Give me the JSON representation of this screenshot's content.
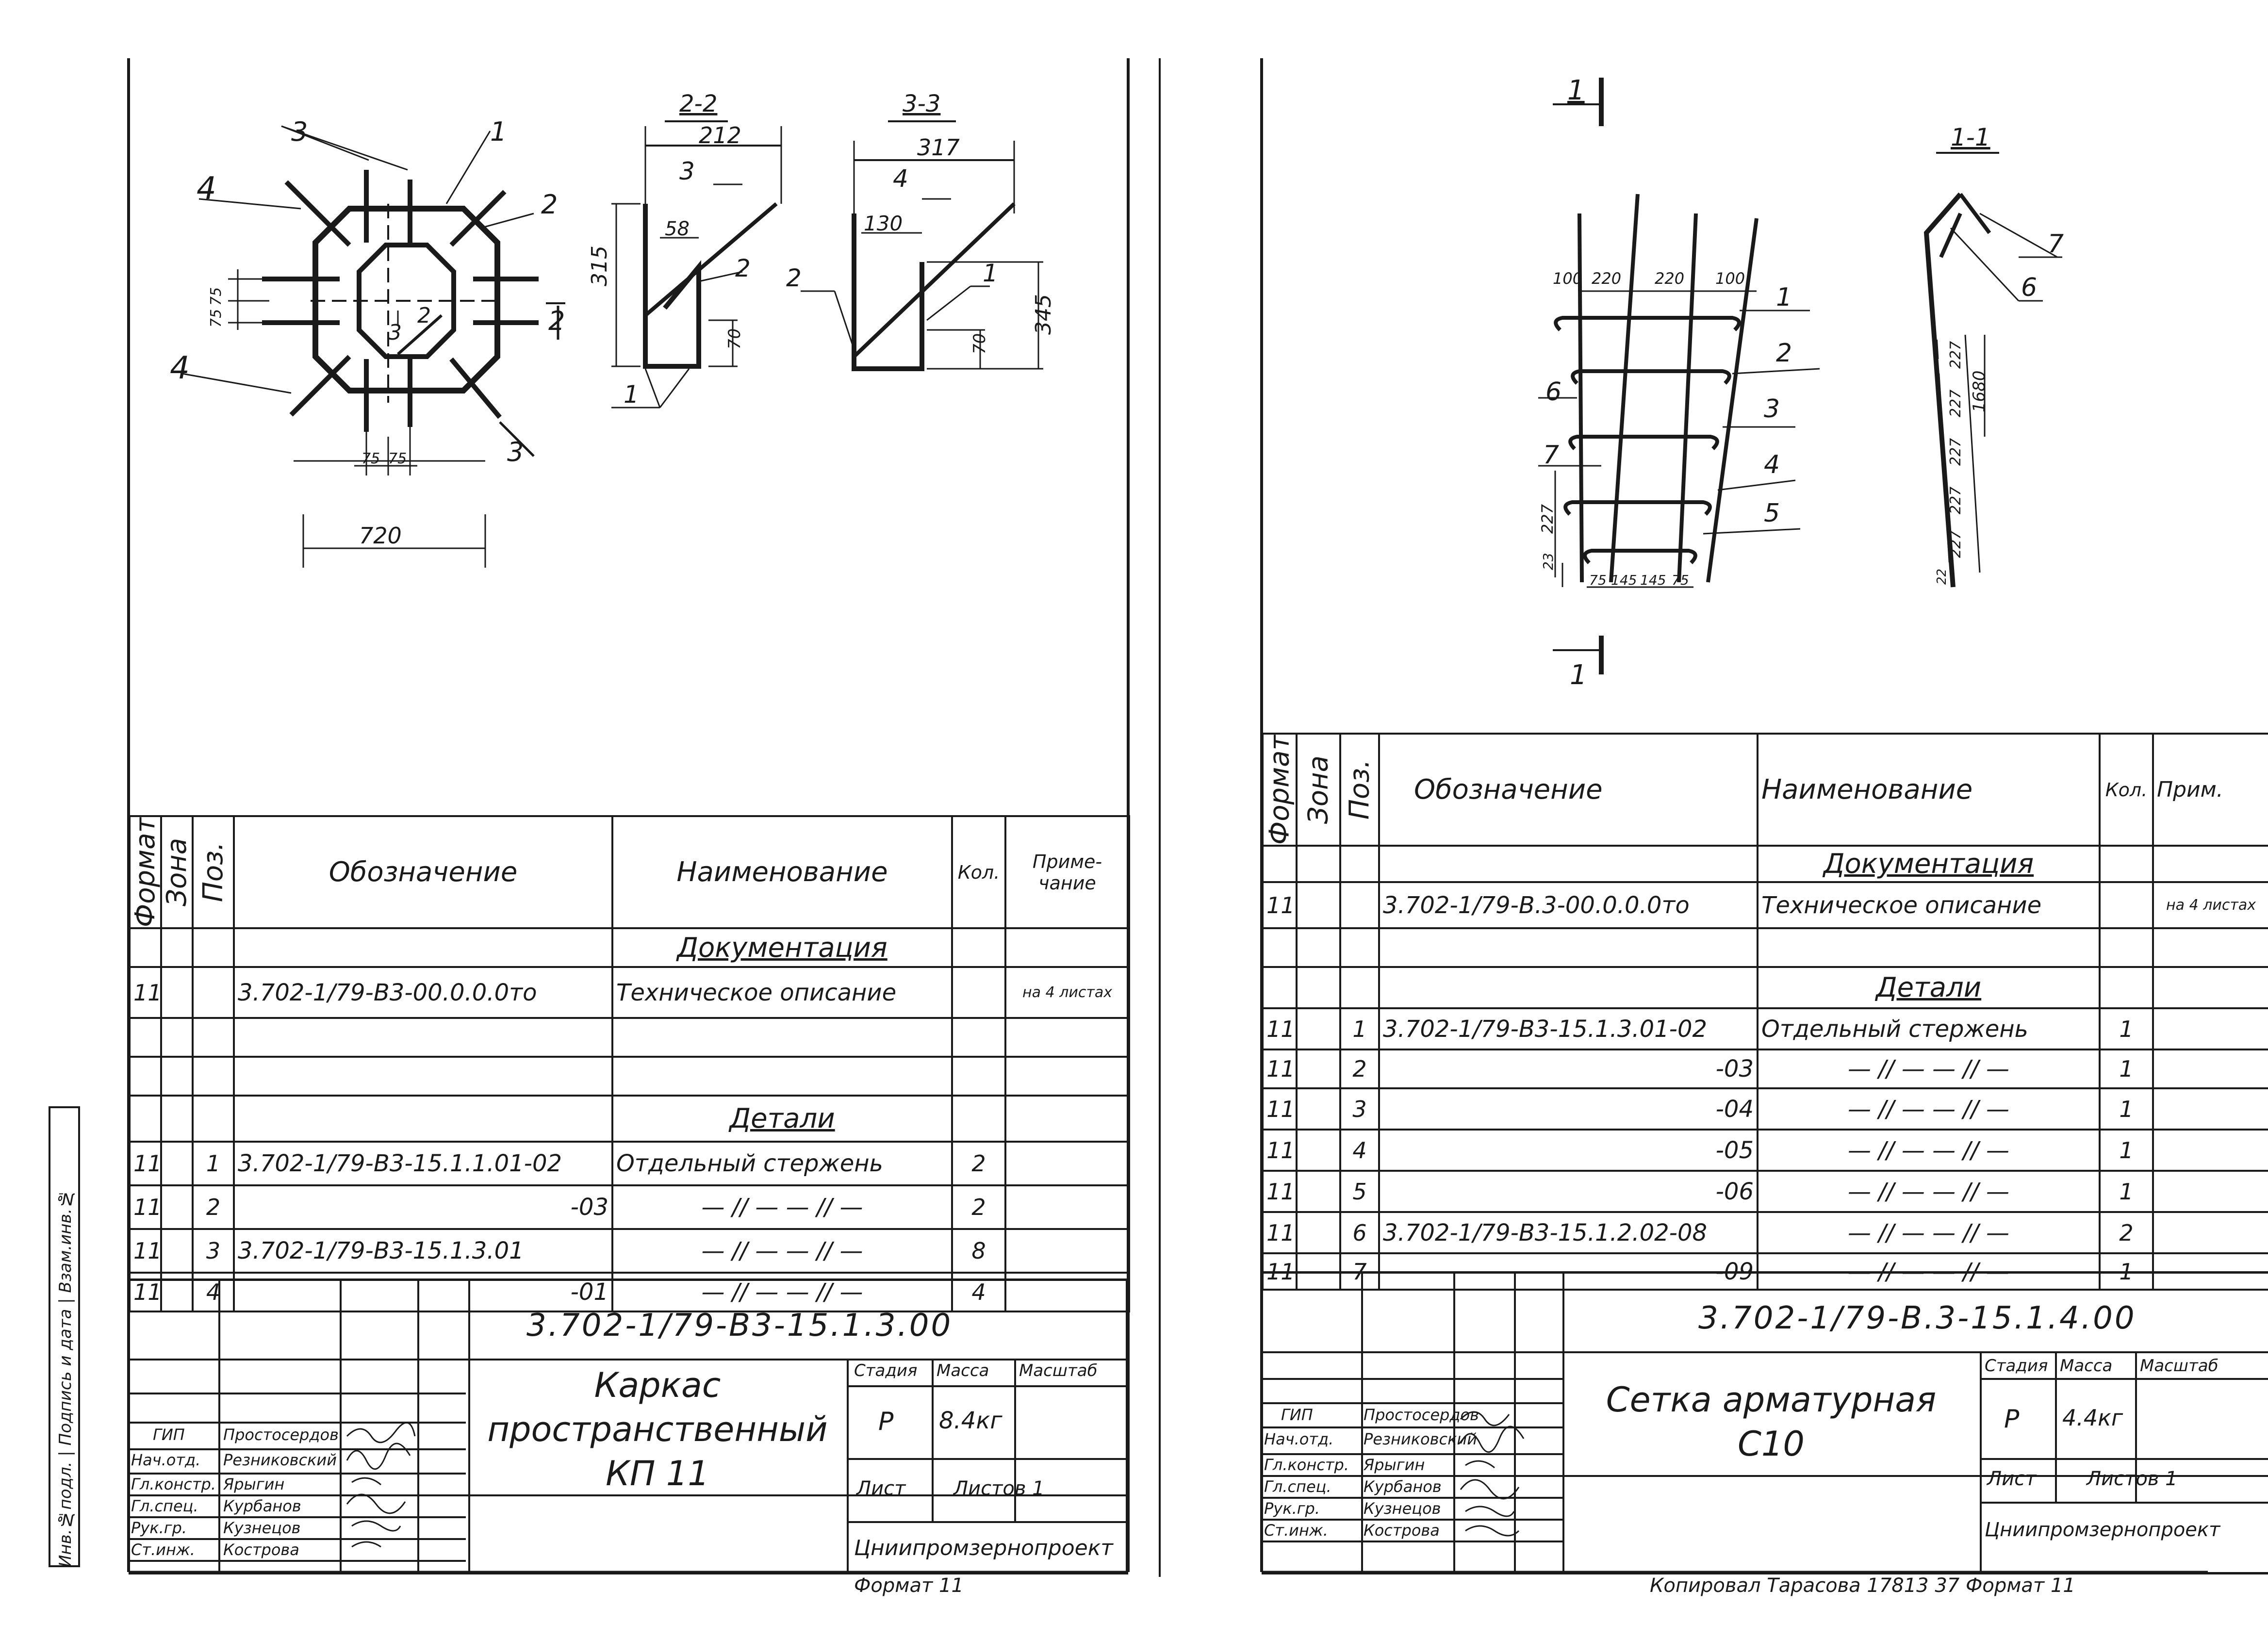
{
  "left": {
    "section_marks": [
      "2-2",
      "3-3"
    ],
    "plan_labels": {
      "p1": "1",
      "p2": "2",
      "p3": "3",
      "p4a": "4",
      "p4b": "4",
      "sec2": "2",
      "sec3": "3",
      "sec2b": "2",
      "sec3b": "3"
    },
    "plan_dims": {
      "d720": "720",
      "d75a": "75",
      "d75b": "75",
      "d75c": "75",
      "d75d": "75"
    },
    "s22": {
      "w212": "212",
      "w58": "58",
      "h315": "315",
      "h70": "70",
      "p3": "3",
      "p2": "2",
      "p1": "1"
    },
    "s33": {
      "w317": "317",
      "w130": "130",
      "h345": "345",
      "h70": "70",
      "p4": "4",
      "p2": "2",
      "p1": "1"
    },
    "spec": {
      "headers": {
        "format": "Формат",
        "zone": "Зона",
        "pos": "Поз.",
        "designation": "Обозначение",
        "name": "Наименование",
        "qty": "Кол.",
        "note": "Приме-чание"
      },
      "section_doc": "Документация",
      "doc_row": {
        "format": "11",
        "designation": "3.702-1/79-В3-00.0.0.0то",
        "name": "Техническое описание",
        "note": "на 4 листах"
      },
      "section_parts": "Детали",
      "rows": [
        {
          "format": "11",
          "pos": "1",
          "designation": "3.702-1/79-В3-15.1.1.01-02",
          "name": "Отдельный стержень",
          "qty": "2"
        },
        {
          "format": "11",
          "pos": "2",
          "designation": "-03",
          "name": "— // —   — // —",
          "qty": "2"
        },
        {
          "format": "11",
          "pos": "3",
          "designation": "3.702-1/79-В3-15.1.3.01",
          "name": "— // —   — // —",
          "qty": "8"
        },
        {
          "format": "11",
          "pos": "4",
          "designation": "-01",
          "name": "— // —   — // —",
          "qty": "4"
        }
      ]
    },
    "stamp": {
      "code": "3.702-1/79-В3-15.1.3.00",
      "title": "Каркас пространственный КП 11",
      "stage_label": "Стадия",
      "mass_label": "Масса",
      "scale_label": "Масштаб",
      "stage": "Р",
      "mass": "8.4кг",
      "sheet_label": "Лист",
      "sheets_label": "Листов 1",
      "org": "Цниипромзернопроект",
      "roles": [
        "ГИП",
        "Нач.отд.",
        "Гл.констр.",
        "Гл.спец.",
        "Рук.гр.",
        "Ст.инж."
      ],
      "names": [
        "Простосердов",
        "Резниковский",
        "Ярыгин",
        "Курбанов",
        "Кузнецов",
        "Кострова"
      ]
    },
    "footer": "Формат 11",
    "sidebar": [
      "Инв.№подл.",
      "Подпись и дата",
      "Взам.инв.№"
    ]
  },
  "right": {
    "view_marks": {
      "top": "1",
      "bottom": "1",
      "section": "1-1"
    },
    "mesh_dims": {
      "d100a": "100",
      "d220a": "220",
      "d220b": "220",
      "d100b": "100",
      "d227": "227",
      "d23": "23",
      "d75a": "75",
      "d145a": "145",
      "d145b": "145",
      "d75b": "75"
    },
    "mesh_pos": {
      "p1": "1",
      "p2": "2",
      "p3": "3",
      "p4": "4",
      "p5": "5",
      "p6": "6",
      "p7": "7"
    },
    "side_dims": {
      "d227a": "227",
      "d227b": "227",
      "d227c": "227",
      "d227d": "227",
      "d227e": "227",
      "d1680": "1680",
      "d22": "22",
      "p7": "7",
      "p6": "6"
    },
    "spec": {
      "headers": {
        "format": "Формат",
        "zone": "Зона",
        "pos": "Поз.",
        "designation": "Обозначение",
        "name": "Наименование",
        "qty": "Кол.",
        "note": "Прим."
      },
      "section_doc": "Документация",
      "doc_row": {
        "format": "11",
        "designation": "3.702-1/79-В.3-00.0.0.0то",
        "name": "Техническое описание",
        "note": "на 4 листах"
      },
      "section_parts": "Детали",
      "rows": [
        {
          "format": "11",
          "pos": "1",
          "designation": "3.702-1/79-В3-15.1.3.01-02",
          "name": "Отдельный стержень",
          "qty": "1"
        },
        {
          "format": "11",
          "pos": "2",
          "designation": "-03",
          "name": "— // —   — // —",
          "qty": "1"
        },
        {
          "format": "11",
          "pos": "3",
          "designation": "-04",
          "name": "— // —   — // —",
          "qty": "1"
        },
        {
          "format": "11",
          "pos": "4",
          "designation": "-05",
          "name": "— // —   — // —",
          "qty": "1"
        },
        {
          "format": "11",
          "pos": "5",
          "designation": "-06",
          "name": "— // —   — // —",
          "qty": "1"
        },
        {
          "format": "11",
          "pos": "6",
          "designation": "3.702-1/79-В3-15.1.2.02-08",
          "name": "— // —   — // —",
          "qty": "2"
        },
        {
          "format": "11",
          "pos": "7",
          "designation": "-09",
          "name": "— // —   — // —",
          "qty": "1"
        }
      ]
    },
    "stamp": {
      "code": "3.702-1/79-В.3-15.1.4.00",
      "title": "Сетка арматурная С10",
      "stage_label": "Стадия",
      "mass_label": "Масса",
      "scale_label": "Масштаб",
      "stage": "Р",
      "mass": "4.4кг",
      "sheet_label": "Лист",
      "sheets_label": "Листов 1",
      "org": "Цниипромзернопроект",
      "roles": [
        "ГИП",
        "Нач.отд.",
        "Гл.констр.",
        "Гл.спец.",
        "Рук.гр.",
        "Ст.инж."
      ],
      "names": [
        "Простосердов",
        "Резниковский",
        "Ярыгин",
        "Курбанов",
        "Кузнецов",
        "Кострова"
      ]
    },
    "footer": "Копировал Тарасова 17813 37 Формат 11"
  }
}
